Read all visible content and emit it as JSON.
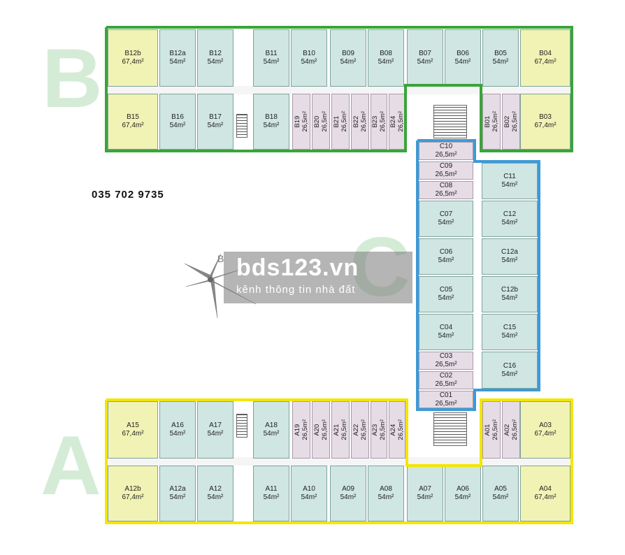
{
  "phone": "035 702 9735",
  "watermark": {
    "brand": "bds123.vn",
    "tagline": "kênh thông tin nhà đất"
  },
  "compass_label": "B",
  "zones": {
    "A": {
      "letter": "A",
      "color": "#f3e600",
      "letter_color": "#d4ecd6"
    },
    "B": {
      "letter": "B",
      "color": "#3aa43a",
      "letter_color": "#d4ecd6"
    },
    "C": {
      "letter": "C",
      "color": "#3d9ad8",
      "letter_color": "#d4ecd6"
    }
  },
  "colors": {
    "unit_standard": "#cfe6e2",
    "unit_corner": "#f1f3b4",
    "unit_small": "#e6dce6"
  },
  "rooms": [
    {
      "id": "B12b",
      "area": "67,4m²",
      "type": "yellow"
    },
    {
      "id": "B12a",
      "area": "54m²",
      "type": "green"
    },
    {
      "id": "B12",
      "area": "54m²",
      "type": "green"
    },
    {
      "id": "B11",
      "area": "54m²",
      "type": "green"
    },
    {
      "id": "B10",
      "area": "54m²",
      "type": "green"
    },
    {
      "id": "B09",
      "area": "54m²",
      "type": "green"
    },
    {
      "id": "B08",
      "area": "54m²",
      "type": "green"
    },
    {
      "id": "B07",
      "area": "54m²",
      "type": "green"
    },
    {
      "id": "B06",
      "area": "54m²",
      "type": "green"
    },
    {
      "id": "B05",
      "area": "54m²",
      "type": "green"
    },
    {
      "id": "B04",
      "area": "67,4m²",
      "type": "yellow"
    },
    {
      "id": "B15",
      "area": "67,4m²",
      "type": "yellow"
    },
    {
      "id": "B16",
      "area": "54m²",
      "type": "green"
    },
    {
      "id": "B17",
      "area": "54m²",
      "type": "green"
    },
    {
      "id": "B18",
      "area": "54m²",
      "type": "green"
    },
    {
      "id": "B19",
      "area": "26,5m²",
      "type": "pink"
    },
    {
      "id": "B20",
      "area": "26,5m²",
      "type": "pink"
    },
    {
      "id": "B21",
      "area": "26,5m²",
      "type": "pink"
    },
    {
      "id": "B22",
      "area": "26,5m²",
      "type": "pink"
    },
    {
      "id": "B23",
      "area": "26,5m²",
      "type": "pink"
    },
    {
      "id": "B24",
      "area": "26,5m²",
      "type": "pink"
    },
    {
      "id": "B01",
      "area": "26,5m²",
      "type": "pink"
    },
    {
      "id": "B02",
      "area": "26,5m²",
      "type": "pink"
    },
    {
      "id": "B03",
      "area": "67,4m²",
      "type": "yellow"
    },
    {
      "id": "C10",
      "area": "26,5m²",
      "type": "pink"
    },
    {
      "id": "C09",
      "area": "26,5m²",
      "type": "pink"
    },
    {
      "id": "C08",
      "area": "26,5m²",
      "type": "pink"
    },
    {
      "id": "C07",
      "area": "54m²",
      "type": "green"
    },
    {
      "id": "C06",
      "area": "54m²",
      "type": "green"
    },
    {
      "id": "C05",
      "area": "54m²",
      "type": "green"
    },
    {
      "id": "C04",
      "area": "54m²",
      "type": "green"
    },
    {
      "id": "C03",
      "area": "26,5m²",
      "type": "pink"
    },
    {
      "id": "C02",
      "area": "26,5m²",
      "type": "pink"
    },
    {
      "id": "C01",
      "area": "26,5m²",
      "type": "pink"
    },
    {
      "id": "C11",
      "area": "54m²",
      "type": "green"
    },
    {
      "id": "C12",
      "area": "54m²",
      "type": "green"
    },
    {
      "id": "C12a",
      "area": "54m²",
      "type": "green"
    },
    {
      "id": "C12b",
      "area": "54m²",
      "type": "green"
    },
    {
      "id": "C15",
      "area": "54m²",
      "type": "green"
    },
    {
      "id": "C16",
      "area": "54m²",
      "type": "green"
    },
    {
      "id": "A15",
      "area": "67,4m²",
      "type": "yellow"
    },
    {
      "id": "A16",
      "area": "54m²",
      "type": "green"
    },
    {
      "id": "A17",
      "area": "54m²",
      "type": "green"
    },
    {
      "id": "A18",
      "area": "54m²",
      "type": "green"
    },
    {
      "id": "A19",
      "area": "26,5m²",
      "type": "pink"
    },
    {
      "id": "A20",
      "area": "26,5m²",
      "type": "pink"
    },
    {
      "id": "A21",
      "area": "26,5m²",
      "type": "pink"
    },
    {
      "id": "A22",
      "area": "26,5m²",
      "type": "pink"
    },
    {
      "id": "A23",
      "area": "26,5m²",
      "type": "pink"
    },
    {
      "id": "A24",
      "area": "26,5m²",
      "type": "pink"
    },
    {
      "id": "A01",
      "area": "26,5m²",
      "type": "pink"
    },
    {
      "id": "A02",
      "area": "26,5m²",
      "type": "pink"
    },
    {
      "id": "A03",
      "area": "67,4m²",
      "type": "yellow"
    },
    {
      "id": "A12b",
      "area": "67,4m²",
      "type": "yellow"
    },
    {
      "id": "A12a",
      "area": "54m²",
      "type": "green"
    },
    {
      "id": "A12",
      "area": "54m²",
      "type": "green"
    },
    {
      "id": "A11",
      "area": "54m²",
      "type": "green"
    },
    {
      "id": "A10",
      "area": "54m²",
      "type": "green"
    },
    {
      "id": "A09",
      "area": "54m²",
      "type": "green"
    },
    {
      "id": "A08",
      "area": "54m²",
      "type": "green"
    },
    {
      "id": "A07",
      "area": "54m²",
      "type": "green"
    },
    {
      "id": "A06",
      "area": "54m²",
      "type": "green"
    },
    {
      "id": "A05",
      "area": "54m²",
      "type": "green"
    },
    {
      "id": "A04",
      "area": "67,4m²",
      "type": "yellow"
    }
  ]
}
